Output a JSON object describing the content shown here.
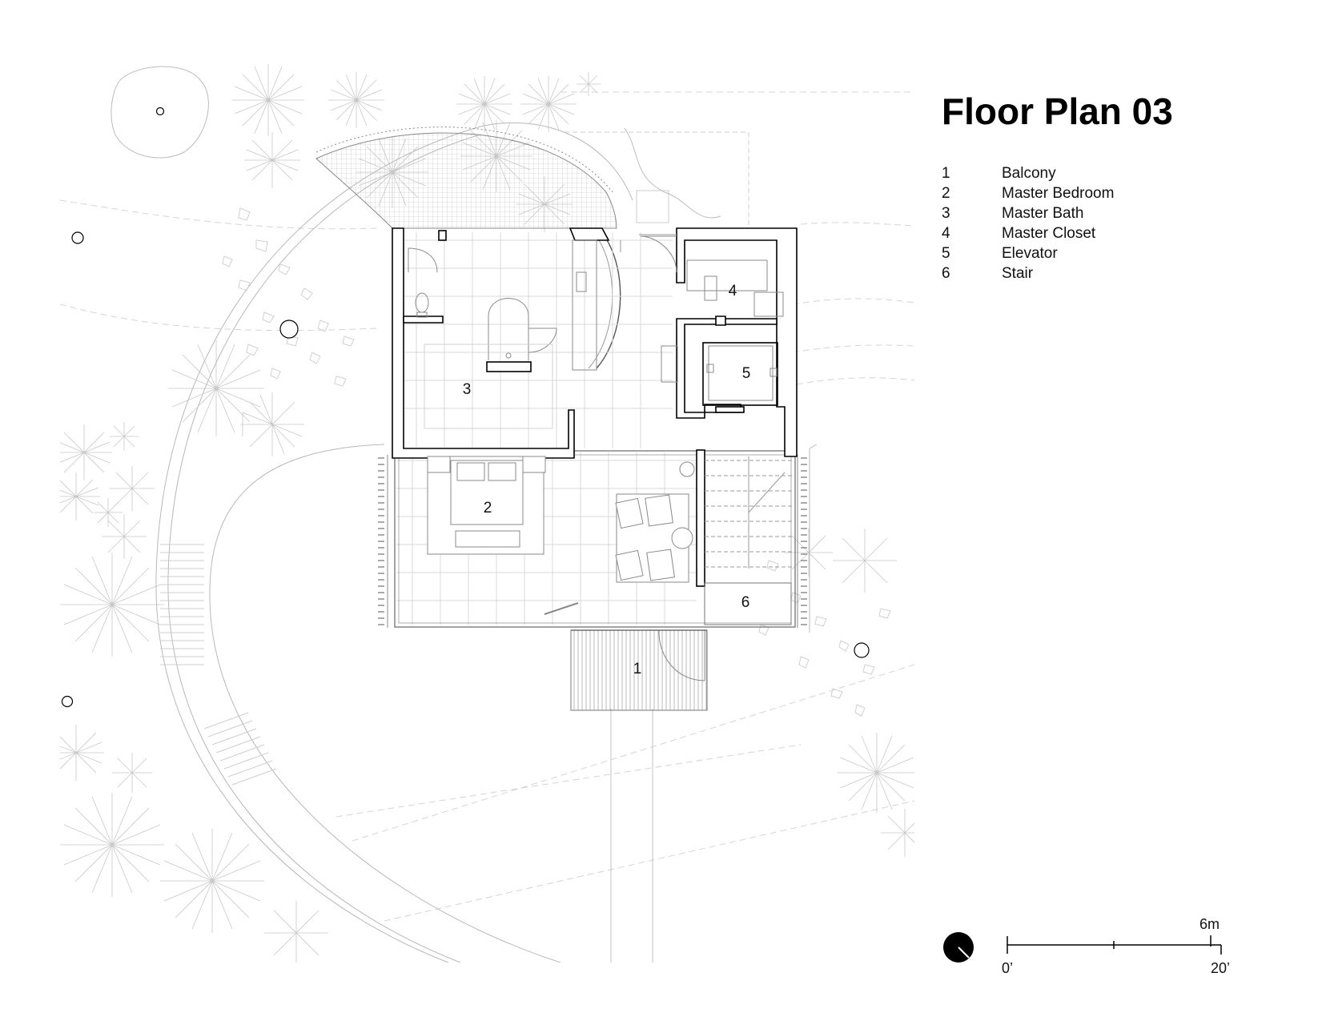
{
  "title": "Floor Plan 03",
  "legend": [
    {
      "num": "1",
      "label": "Balcony"
    },
    {
      "num": "2",
      "label": "Master Bedroom"
    },
    {
      "num": "3",
      "label": "Master Bath"
    },
    {
      "num": "4",
      "label": "Master Closet"
    },
    {
      "num": "5",
      "label": "Elevator"
    },
    {
      "num": "6",
      "label": "Stair"
    }
  ],
  "rooms": {
    "r1": "1",
    "r2": "2",
    "r3": "3",
    "r4": "4",
    "r5": "5",
    "r6": "6"
  },
  "scale": {
    "unit_metric": "6m",
    "start": "0’",
    "end": "20’"
  },
  "north_arrow": "north-arrow-icon",
  "colors": {
    "ink": "#000000",
    "context_lines": "#c8c8c8",
    "ground": "#ffffff"
  }
}
